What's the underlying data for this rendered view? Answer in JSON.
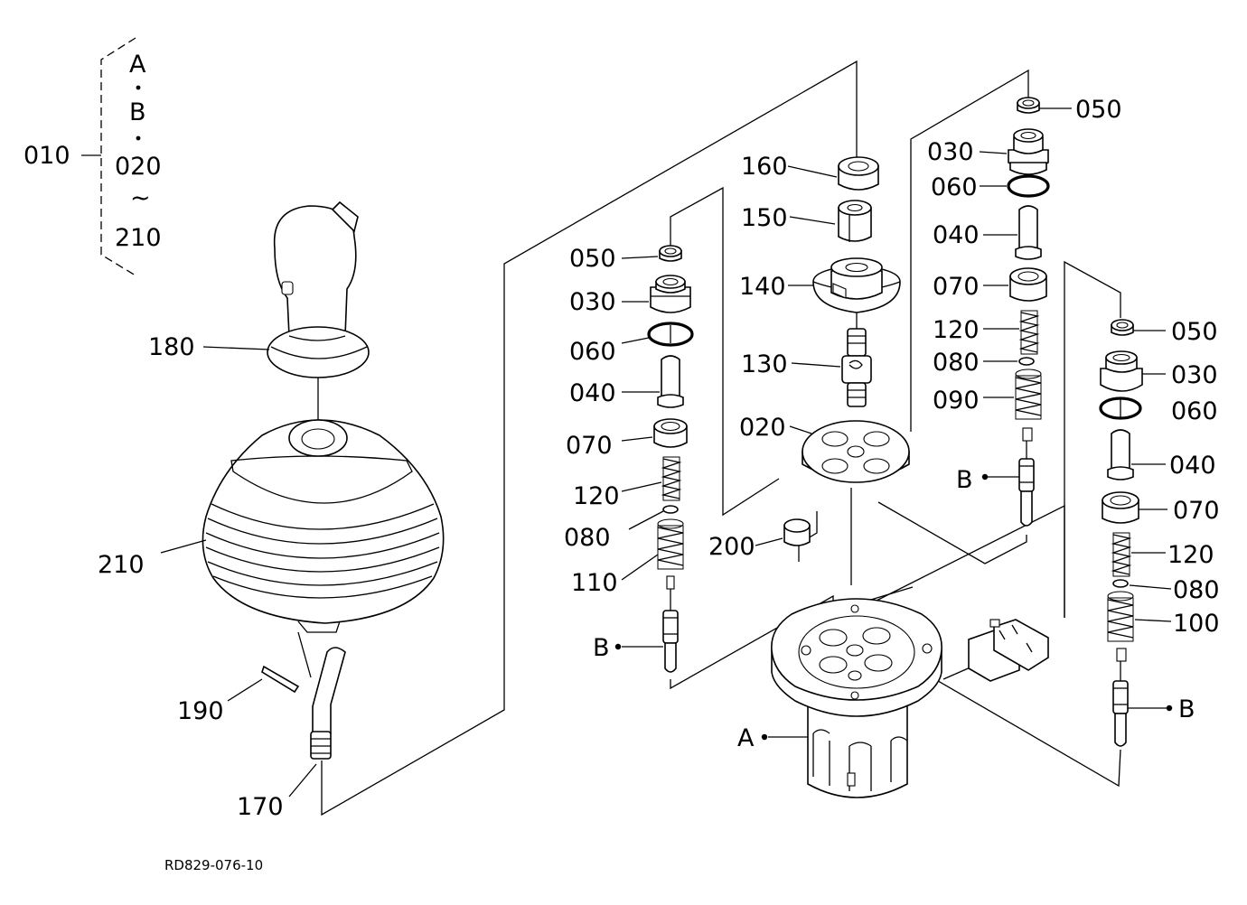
{
  "legend": {
    "assembly_label": "010",
    "items": [
      "A",
      "B",
      "020",
      "210"
    ],
    "range_mark": "~"
  },
  "labels": {
    "l180": "180",
    "l210": "210",
    "l190": "190",
    "l170": "170",
    "l160": "160",
    "l150": "150",
    "l140": "140",
    "l130": "130",
    "l020": "020",
    "l200": "200",
    "lA_housing": "A",
    "left_stack": {
      "l050": "050",
      "l030": "030",
      "l060": "060",
      "l040": "040",
      "l070": "070",
      "l120": "120",
      "l080": "080",
      "l110": "110",
      "lB": "B"
    },
    "top_right_stack": {
      "l050": "050",
      "l030": "030",
      "l060": "060",
      "l040": "040",
      "l070": "070",
      "l120": "120",
      "l080": "080",
      "l090": "090",
      "lB": "B"
    },
    "right_stack": {
      "l050": "050",
      "l030": "030",
      "l060": "060",
      "l040": "040",
      "l070": "070",
      "l120": "120",
      "l080": "080",
      "l100": "100",
      "lB": "B"
    }
  },
  "drawing_code": "RD829-076-10"
}
